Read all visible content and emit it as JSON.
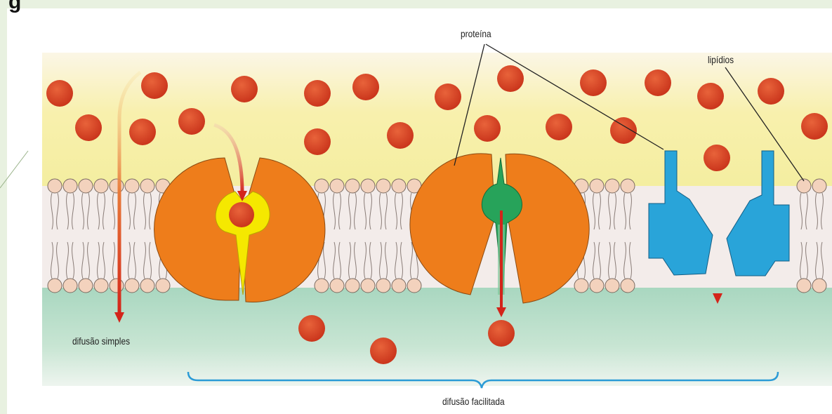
{
  "title_partial": "g",
  "labels": {
    "protein": "proteína",
    "lipids": "lipídios",
    "simple_diffusion": "difusão simples",
    "facilitated_diffusion": "difusão facilitada"
  },
  "colors": {
    "molecule": "#d8431f",
    "carrier_protein": "#f07e1b",
    "channel_protein": "#29a6d8",
    "binding_site_yellow": "#f5e800",
    "binding_site_green": "#23a85c",
    "outside_fluid": "#f7f0b3",
    "inside_fluid": "#b7dcc9",
    "lipid_head": "#f3d2bd",
    "arrow": "#d8321c",
    "bracket": "#2b9bd6"
  },
  "icons": [
    "lipid-bilayer",
    "carrier-protein",
    "channel-protein",
    "solute-molecule",
    "diffusion-arrow"
  ]
}
